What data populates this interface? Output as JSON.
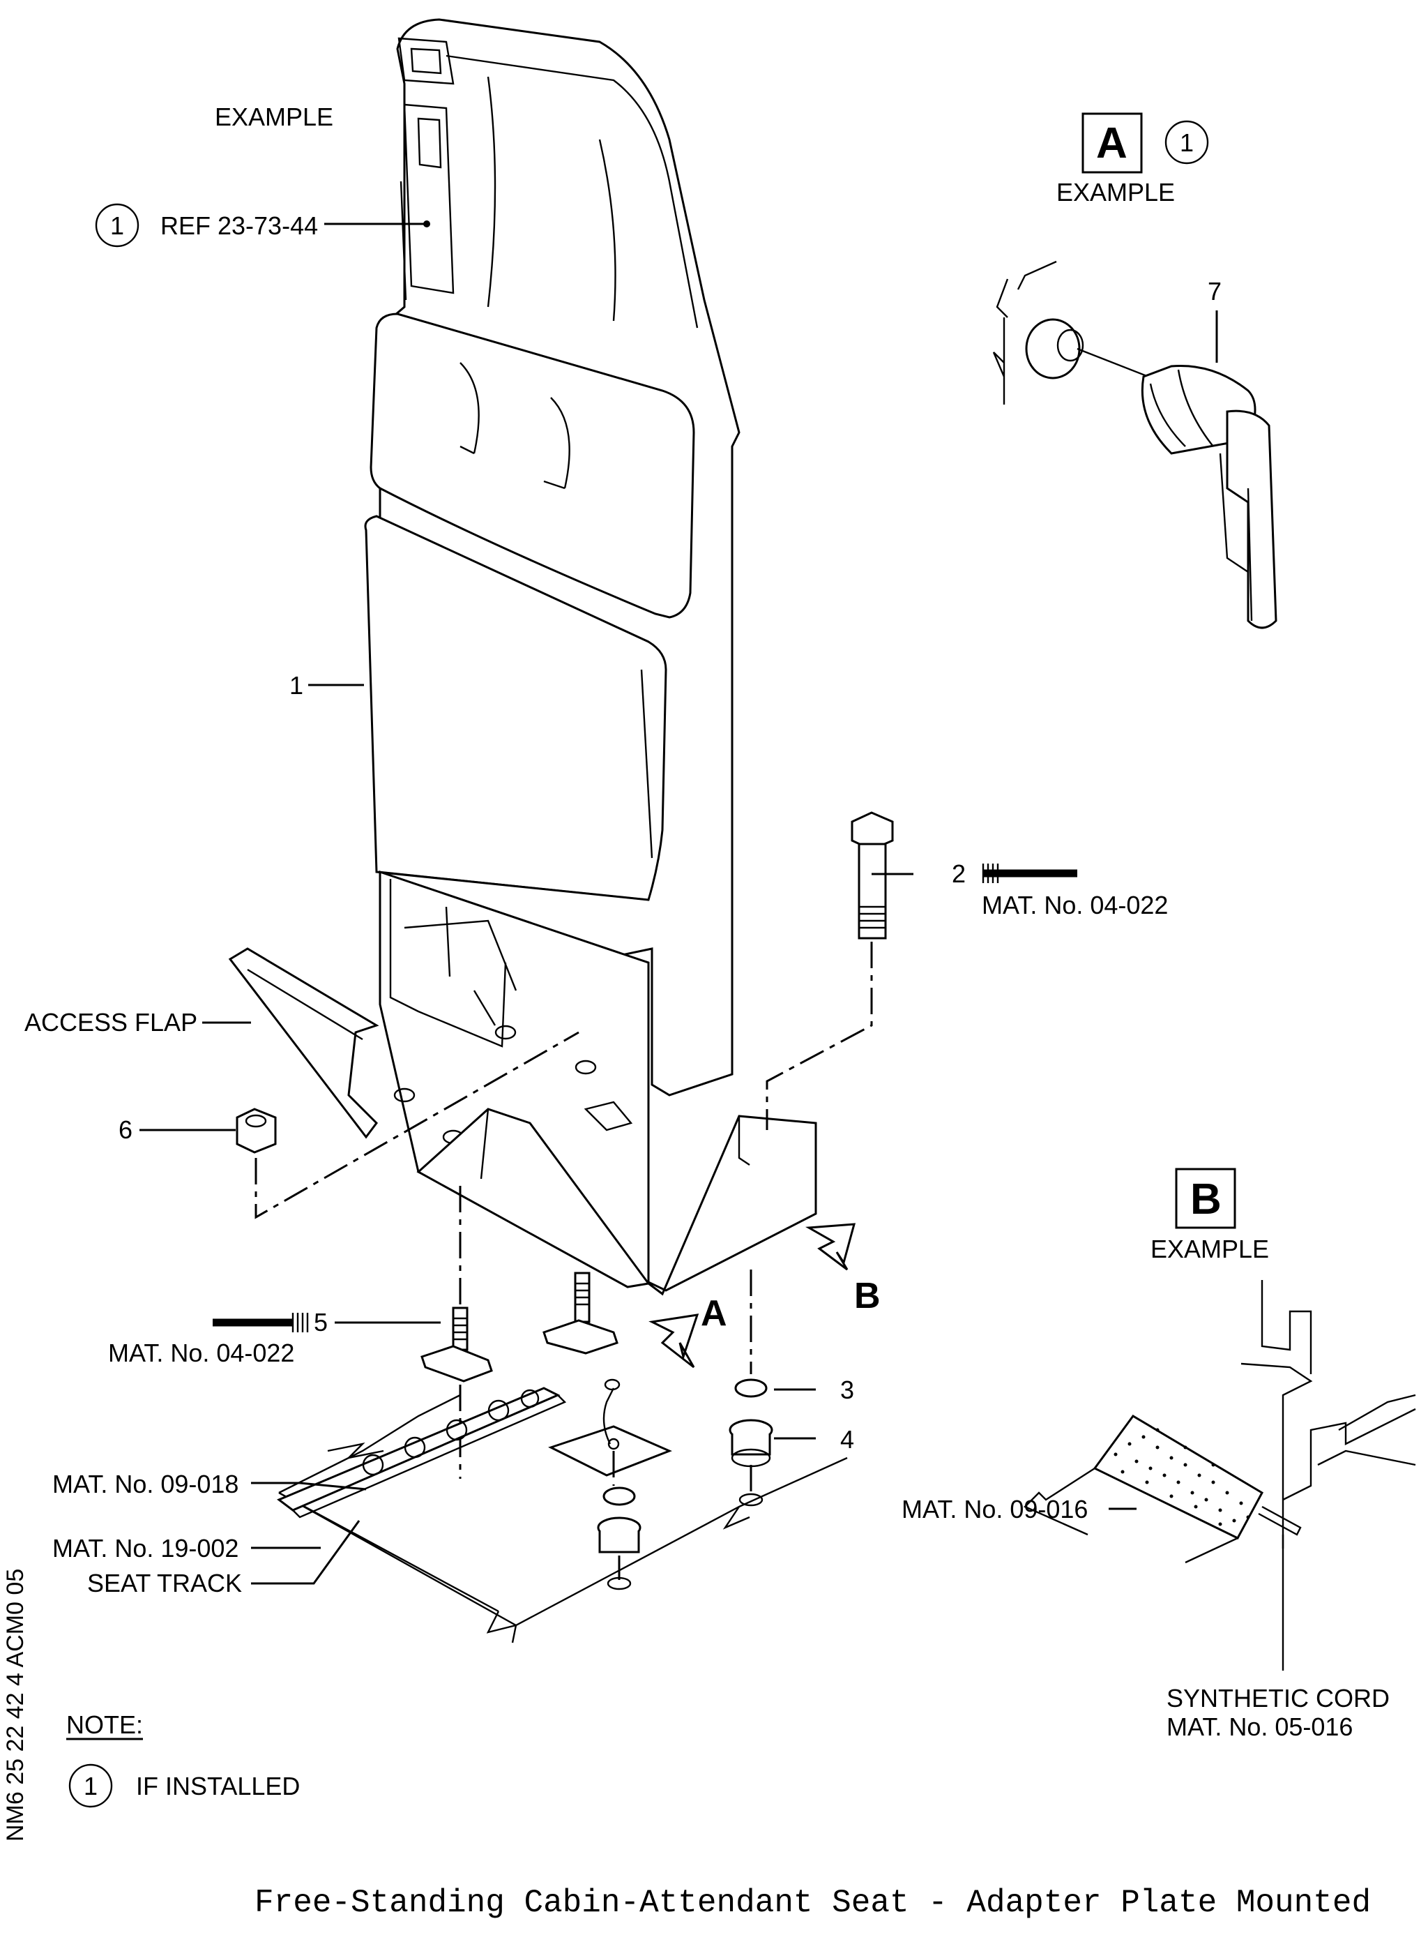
{
  "labels": {
    "example_main": "EXAMPLE",
    "ref_callout_num": "1",
    "ref_text": "REF 23-73-44",
    "item_1": "1",
    "item_2": "2",
    "item_3": "3",
    "item_4": "4",
    "item_5": "5",
    "item_6": "6",
    "item_7": "7",
    "access_flap": "ACCESS FLAP",
    "mat_04022_a": "MAT. No. 04-022",
    "mat_04022_b": "MAT. No. 04-022",
    "mat_09018": "MAT. No. 09-018",
    "mat_19002": "MAT. No. 19-002",
    "seat_track": "SEAT TRACK",
    "mat_09016": "MAT. No. 09-016",
    "synthetic_cord": "SYNTHETIC CORD",
    "mat_05016": "MAT. No. 05-016",
    "arrow_a": "A",
    "arrow_b": "B"
  },
  "detail_a": {
    "letter": "A",
    "callout_num": "1",
    "example": "EXAMPLE"
  },
  "detail_b": {
    "letter": "B",
    "example": "EXAMPLE"
  },
  "note": {
    "heading": "NOTE:",
    "callout_num": "1",
    "text": "IF INSTALLED"
  },
  "side_code": "NM6 25 22 42 4 ACM0 05",
  "caption": "Free-Standing Cabin-Attendant Seat - Adapter Plate Mounted"
}
